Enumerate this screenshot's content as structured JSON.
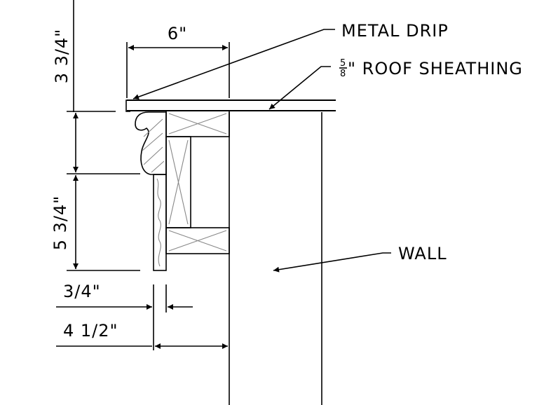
{
  "labels": {
    "metal_drip": "METAL DRIP",
    "roof_sheathing_num": "5",
    "roof_sheathing_den": "8",
    "roof_sheathing_text": "\" ROOF SHEATHING",
    "wall": "WALL"
  },
  "dimensions": {
    "top_width": "6\"",
    "top_height": "3 3/4\"",
    "fascia_height": "5 3/4\"",
    "trim_thickness": "3/4\"",
    "overhang": "4 1/2\""
  }
}
